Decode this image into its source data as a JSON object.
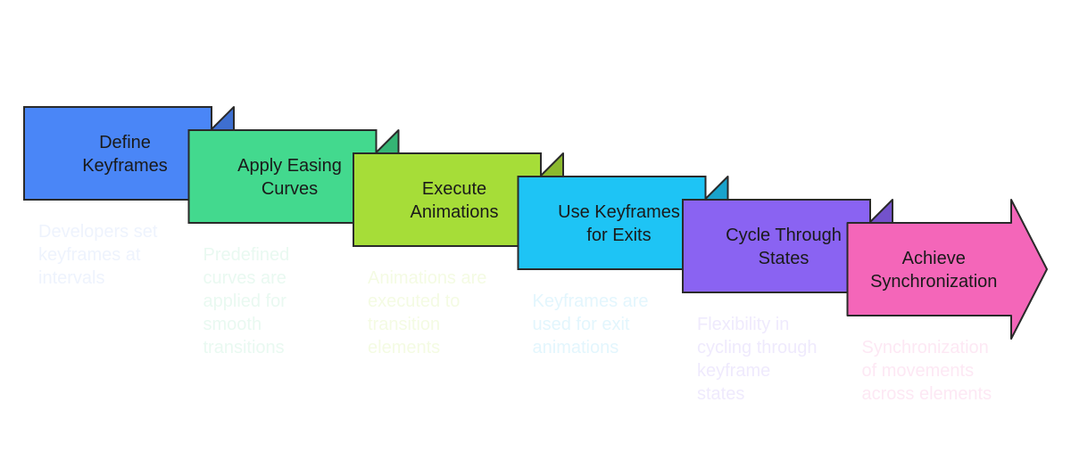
{
  "steps": [
    {
      "title_lines": [
        "Define",
        "Keyframes"
      ],
      "desc_lines": [
        "Developers set",
        "keyframes at",
        "intervals"
      ],
      "color": "#4a86f7",
      "fold_color": "#3e6fd0",
      "desc_color": "#eef3fd"
    },
    {
      "title_lines": [
        "Apply Easing",
        "Curves"
      ],
      "desc_lines": [
        "Predefined",
        "curves are",
        "applied for",
        "smooth",
        "transitions"
      ],
      "color": "#43d98e",
      "fold_color": "#35b574",
      "desc_color": "#e9f9f1"
    },
    {
      "title_lines": [
        "Execute",
        "Animations"
      ],
      "desc_lines": [
        "Animations are",
        "executed to",
        "transition",
        "elements"
      ],
      "color": "#a6dd38",
      "fold_color": "#8bb92e",
      "desc_color": "#f4fbe3"
    },
    {
      "title_lines": [
        "Use Keyframes",
        "for Exits"
      ],
      "desc_lines": [
        "Keyframes are",
        "used for exit",
        "animations"
      ],
      "color": "#1ec4f5",
      "fold_color": "#19a3cc",
      "desc_color": "#e3f6fd"
    },
    {
      "title_lines": [
        "Cycle Through",
        "States"
      ],
      "desc_lines": [
        "Flexibility in",
        "cycling through",
        "keyframe",
        "states"
      ],
      "color": "#8a63f2",
      "fold_color": "#7352cc",
      "desc_color": "#efeafd"
    },
    {
      "title_lines": [
        "Achieve",
        "Synchronization"
      ],
      "desc_lines": [
        "Synchronization",
        "of movements",
        "across elements"
      ],
      "color": "#f466b9",
      "fold_color": "#cc559a",
      "desc_color": "#fde8f4"
    }
  ]
}
